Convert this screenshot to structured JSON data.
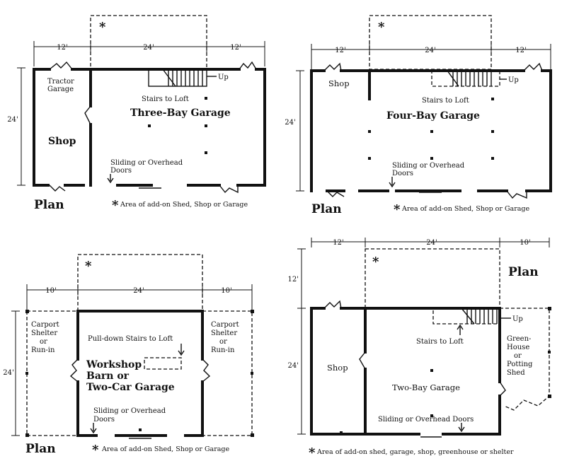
{
  "panels": {
    "p1": {
      "dims": {
        "left": "12'",
        "mid": "24'",
        "right": "12'",
        "side": "24'"
      },
      "rooms": {
        "tractor": "Tractor\nGarage",
        "shop": "Shop",
        "garage": "Three-Bay Garage"
      },
      "up": "Up",
      "stairs": "Stairs to Loft",
      "doors": "Sliding or Overhead\nDoors",
      "plan": "Plan",
      "star": "*",
      "note": "Area of add-on Shed, Shop or Garage"
    },
    "p2": {
      "dims": {
        "left": "12'",
        "mid": "24'",
        "right": "12'",
        "side": "24'"
      },
      "rooms": {
        "shop": "Shop",
        "garage": "Four-Bay Garage"
      },
      "up": "Up",
      "stairs": "Stairs to Loft",
      "doors": "Sliding or Overhead\nDoors",
      "plan": "Plan",
      "star": "*",
      "note": "Area of add-on Shed, Shop or Garage"
    },
    "p3": {
      "dims": {
        "left": "10'",
        "mid": "24'",
        "right": "10'",
        "side": "24'"
      },
      "rooms": {
        "left": "Carport\nShelter\nor\nRun-in",
        "right": "Carport\nShelter\nor\nRun-in",
        "garage": "Workshop\nBarn or\nTwo-Car Garage"
      },
      "stairs": "Pull-down Stairs to Loft",
      "doors": "Sliding or Overhead\nDoors",
      "plan": "Plan",
      "star": "*",
      "note": "Area of add-on Shed, Shop or Garage"
    },
    "p4": {
      "dims": {
        "left": "12'",
        "mid": "24'",
        "right": "10'",
        "side": "24'",
        "top": "12'"
      },
      "rooms": {
        "shop": "Shop",
        "garage": "Two-Bay Garage",
        "green": "Green-\nHouse\nor\nPotting\nShed"
      },
      "up": "Up",
      "stairs": "Stairs to Loft",
      "doors": "Sliding or Overhead Doors",
      "plan": "Plan",
      "star": "*",
      "note": "Area of add-on shed, garage, shop, greenhouse or shelter"
    }
  }
}
